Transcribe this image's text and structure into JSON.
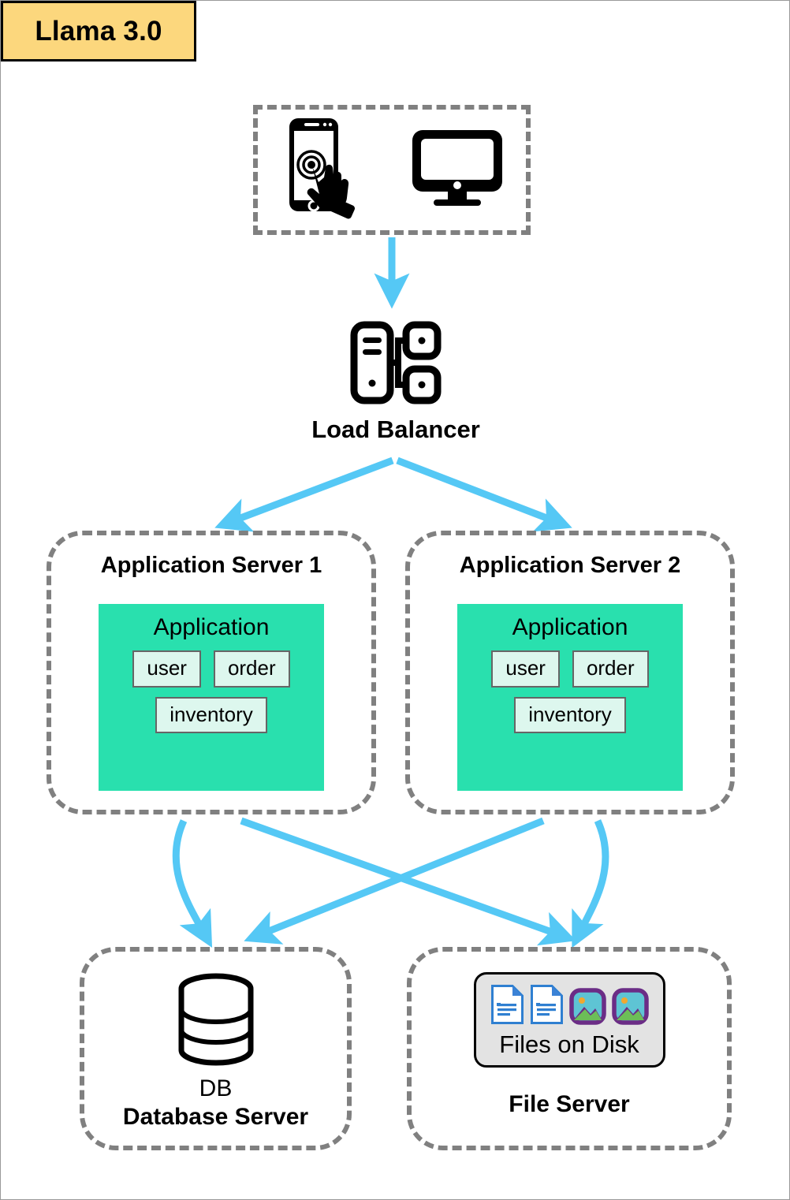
{
  "badge": {
    "label": "Llama 3.0",
    "fill": "#fcd77d",
    "border": "#000000"
  },
  "colors": {
    "arrow": "#55c8f5",
    "node_border": "#808080",
    "application_fill": "#29e0ae",
    "module_fill": "#ddf7ee",
    "module_border": "#666666",
    "files_panel_fill": "#e3e3e3",
    "canvas": "#ffffff"
  },
  "client_tier": {
    "name": "clients",
    "icons": [
      {
        "id": "mobile-touch-icon",
        "label": "mobile-touch"
      },
      {
        "id": "desktop-monitor-icon",
        "label": "desktop-monitor"
      }
    ]
  },
  "load_balancer": {
    "caption": "Load Balancer",
    "icon": "load-balancer-icon"
  },
  "app_servers": [
    {
      "title": "Application Server 1",
      "application_label": "Application",
      "modules_row1": [
        "user",
        "order"
      ],
      "modules_row2": [
        "inventory"
      ]
    },
    {
      "title": "Application Server 2",
      "application_label": "Application",
      "modules_row1": [
        "user",
        "order"
      ],
      "modules_row2": [
        "inventory"
      ]
    }
  ],
  "database_server": {
    "icon": "database-cylinder-icon",
    "sublabel": "DB",
    "title": "Database Server"
  },
  "file_server": {
    "panel_label": "Files on Disk",
    "title": "File Server",
    "file_icons": [
      {
        "id": "document-icon-1",
        "type": "document"
      },
      {
        "id": "document-icon-2",
        "type": "document"
      },
      {
        "id": "image-icon-1",
        "type": "image"
      },
      {
        "id": "image-icon-2",
        "type": "image"
      }
    ]
  },
  "connections": [
    {
      "from": "clients",
      "to": "load-balancer",
      "style": "straight"
    },
    {
      "from": "load-balancer",
      "to": "app-server-1",
      "style": "straight"
    },
    {
      "from": "load-balancer",
      "to": "app-server-2",
      "style": "straight"
    },
    {
      "from": "app-server-1",
      "to": "database-server",
      "style": "curved"
    },
    {
      "from": "app-server-1",
      "to": "file-server",
      "style": "straight"
    },
    {
      "from": "app-server-2",
      "to": "database-server",
      "style": "straight"
    },
    {
      "from": "app-server-2",
      "to": "file-server",
      "style": "curved"
    }
  ]
}
